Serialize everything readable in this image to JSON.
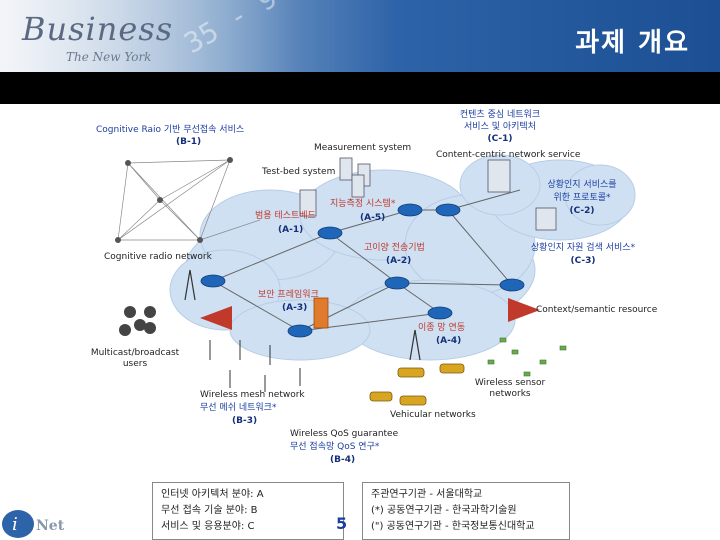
{
  "slide": {
    "title": "과제 개요",
    "brand": "Business",
    "brand_sub": "The New York",
    "page_number": "5",
    "logo_text": "Net"
  },
  "diagram": {
    "cognitive_radio_service": "Cognitive Raio 기반 무선접속 서비스",
    "b1": "(B-1)",
    "measurement_system": "Measurement system",
    "testbed_system": "Test-bed system",
    "content_network_kr1": "컨텐츠 중심 네트워크",
    "content_network_kr2": "서비스 및 아키텍처",
    "c1": "(C-1)",
    "content_centric_service": "Content-centric network service",
    "context_protocol_kr1": "상황인지 서비스를",
    "context_protocol_kr2": "위한 프로토콜*",
    "c2": "(C-2)",
    "context_search_kr": "상황인지 자원 검색 서비스*",
    "c3": "(C-3)",
    "intelligent_measure_kr": "지능측정 시스템*",
    "a5": "(A-5)",
    "testbed_kr": "범용 테스트베드",
    "a1": "(A-1)",
    "highspeed_kr": "고이양 전송기법",
    "a2": "(A-2)",
    "cognitive_radio_network": "Cognitive radio network",
    "security_kr": "보안 프레임워크",
    "a3": "(A-3)",
    "context_semantic": "Context/semantic resource",
    "heterogeneous_kr": "이종 망 연동",
    "a4": "(A-4)",
    "multicast_users1": "Multicast/broadcast",
    "multicast_users2": "users",
    "wireless_mesh": "Wireless mesh network",
    "wireless_mesh_kr": "무선 메쉬 네트워크*",
    "b3": "(B-3)",
    "wireless_sensor1": "Wireless sensor",
    "wireless_sensor2": "networks",
    "vehicular": "Vehicular networks",
    "qos_en": "Wireless QoS guarantee",
    "qos_kr": "무선 접속망 QoS 연구*",
    "b4": "(B-4)"
  },
  "legend_left": [
    "인터넷 아키텍처 분야: A",
    "무선 접속 기술 분야: B",
    "서비스 및 응용분야: C"
  ],
  "legend_right": [
    "주관연구기관 - 서울대학교",
    "(*) 공동연구기관 - 한국과학기술원",
    "(\") 공동연구기관 - 한국정보통신대학교"
  ],
  "colors": {
    "header_dark": "#1c4f93",
    "cloud": "#cfe0f3",
    "router": "#1f66b8",
    "label_blue": "#1b3fa0",
    "label_red": "#c0392b"
  }
}
